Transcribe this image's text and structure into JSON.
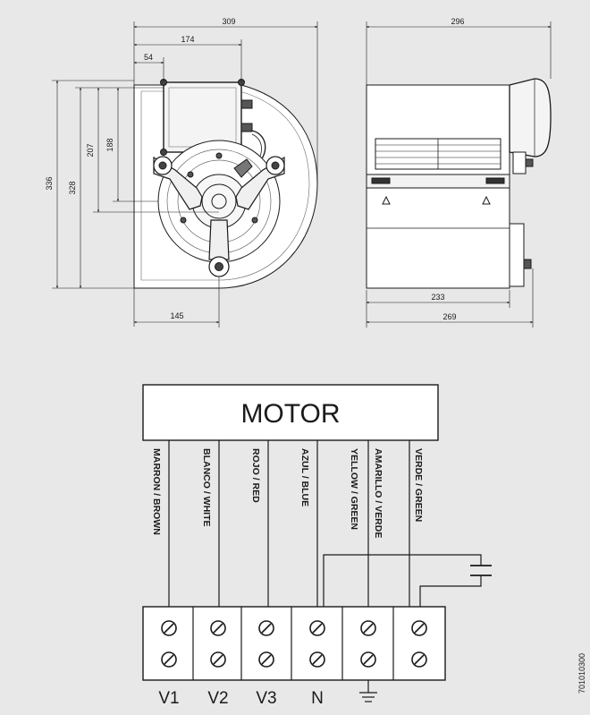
{
  "dimensions": {
    "front": {
      "d309": "309",
      "d174": "174",
      "d54": "54",
      "d336": "336",
      "d328": "328",
      "d207": "207",
      "d188": "188",
      "d145": "145"
    },
    "side": {
      "d296": "296",
      "d233": "233",
      "d269": "269"
    }
  },
  "wiring": {
    "motor_label": "MOTOR",
    "wires": [
      "MARRON / BROWN",
      "BLANCO / WHITE",
      "ROJO / RED",
      "AZUL / BLUE",
      "AMARILLO / VERDE",
      "YELLOW / GREEN",
      "VERDE / GREEN"
    ],
    "terminals": [
      "V1",
      "V2",
      "V3",
      "N"
    ]
  },
  "drawing_code": "701010300",
  "colors": {
    "background": "#e8e8e8",
    "line": "#1a1a1a",
    "body_fill": "#ffffff"
  }
}
